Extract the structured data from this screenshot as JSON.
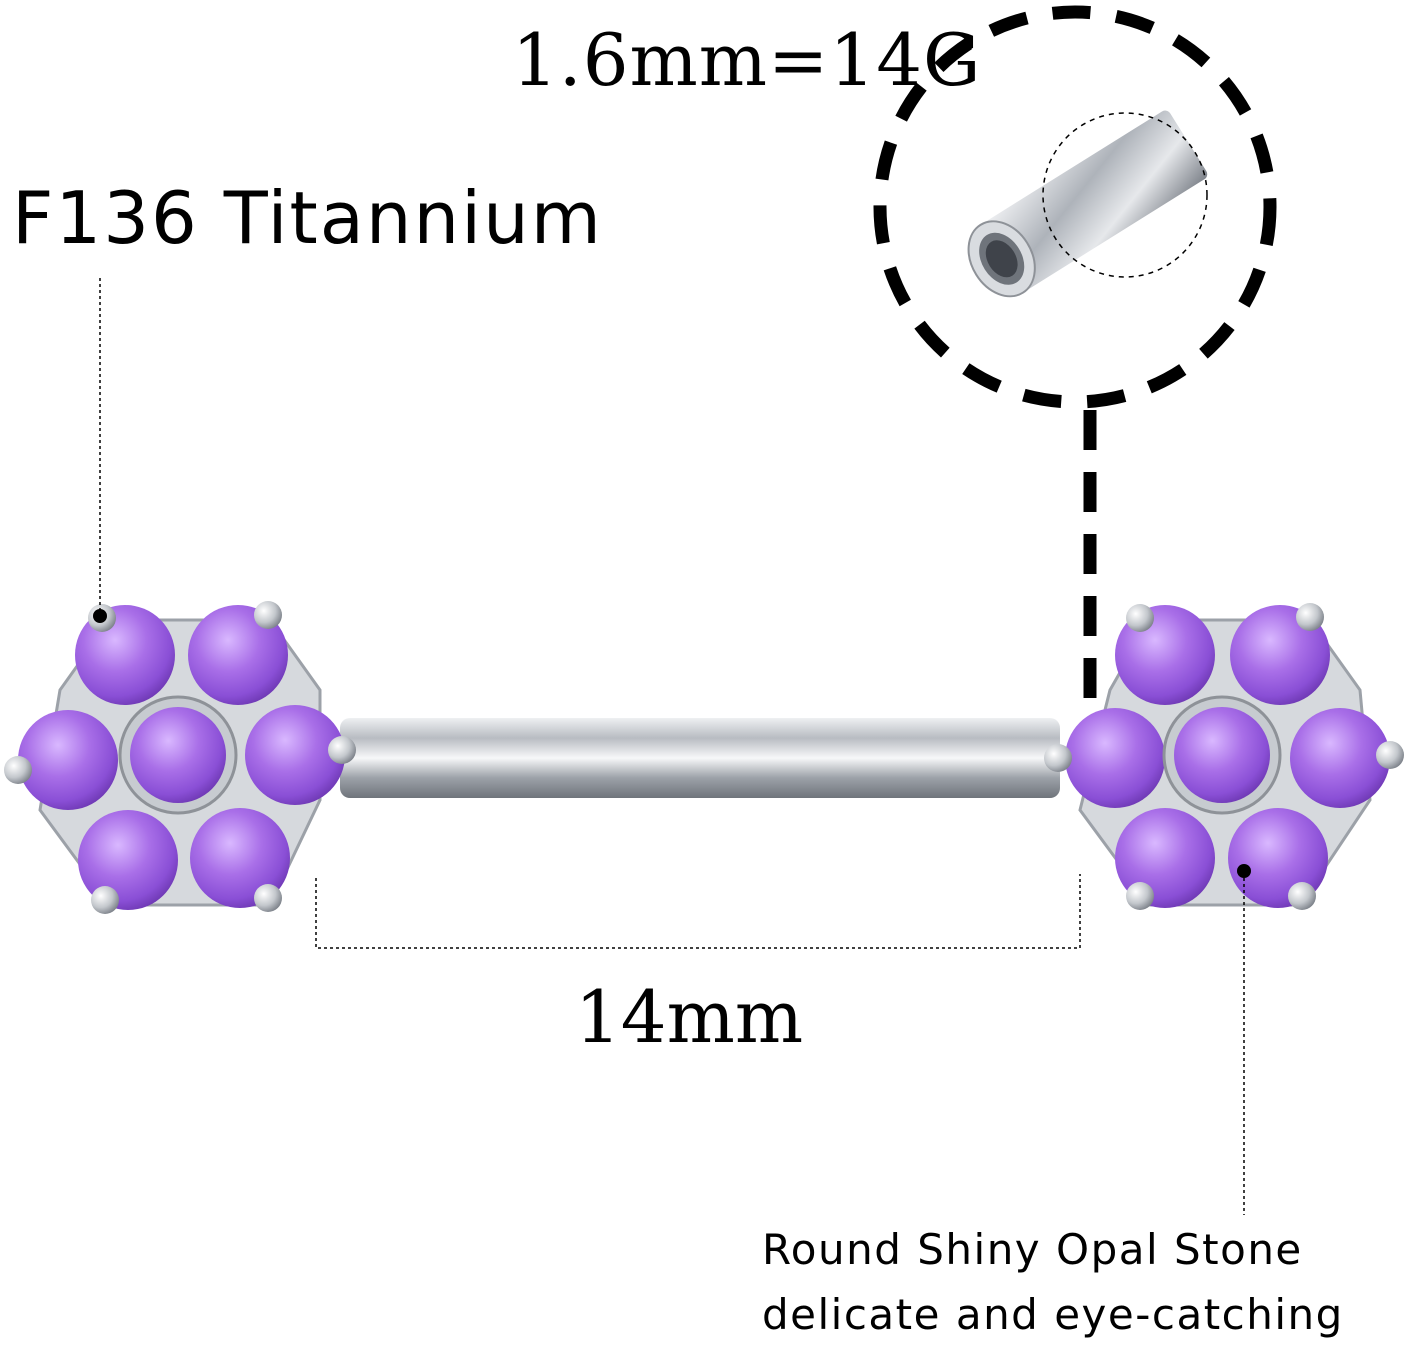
{
  "labels": {
    "gauge": "1.6mm=14G",
    "material": "F136 Titannium",
    "length": "14mm",
    "stone_line1": "Round Shiny Opal Stone",
    "stone_line2": "delicate and eye-catching"
  },
  "colors": {
    "opal": "#a86ee6",
    "opal_dark": "#7f45c8",
    "opal_light": "#cfa6ff",
    "metal": "#c9ccd1",
    "metal_dark": "#8e9298",
    "line": "#000000"
  },
  "product": {
    "name": "flower-barbell",
    "stones_per_flower": 7,
    "flowers": 2
  }
}
